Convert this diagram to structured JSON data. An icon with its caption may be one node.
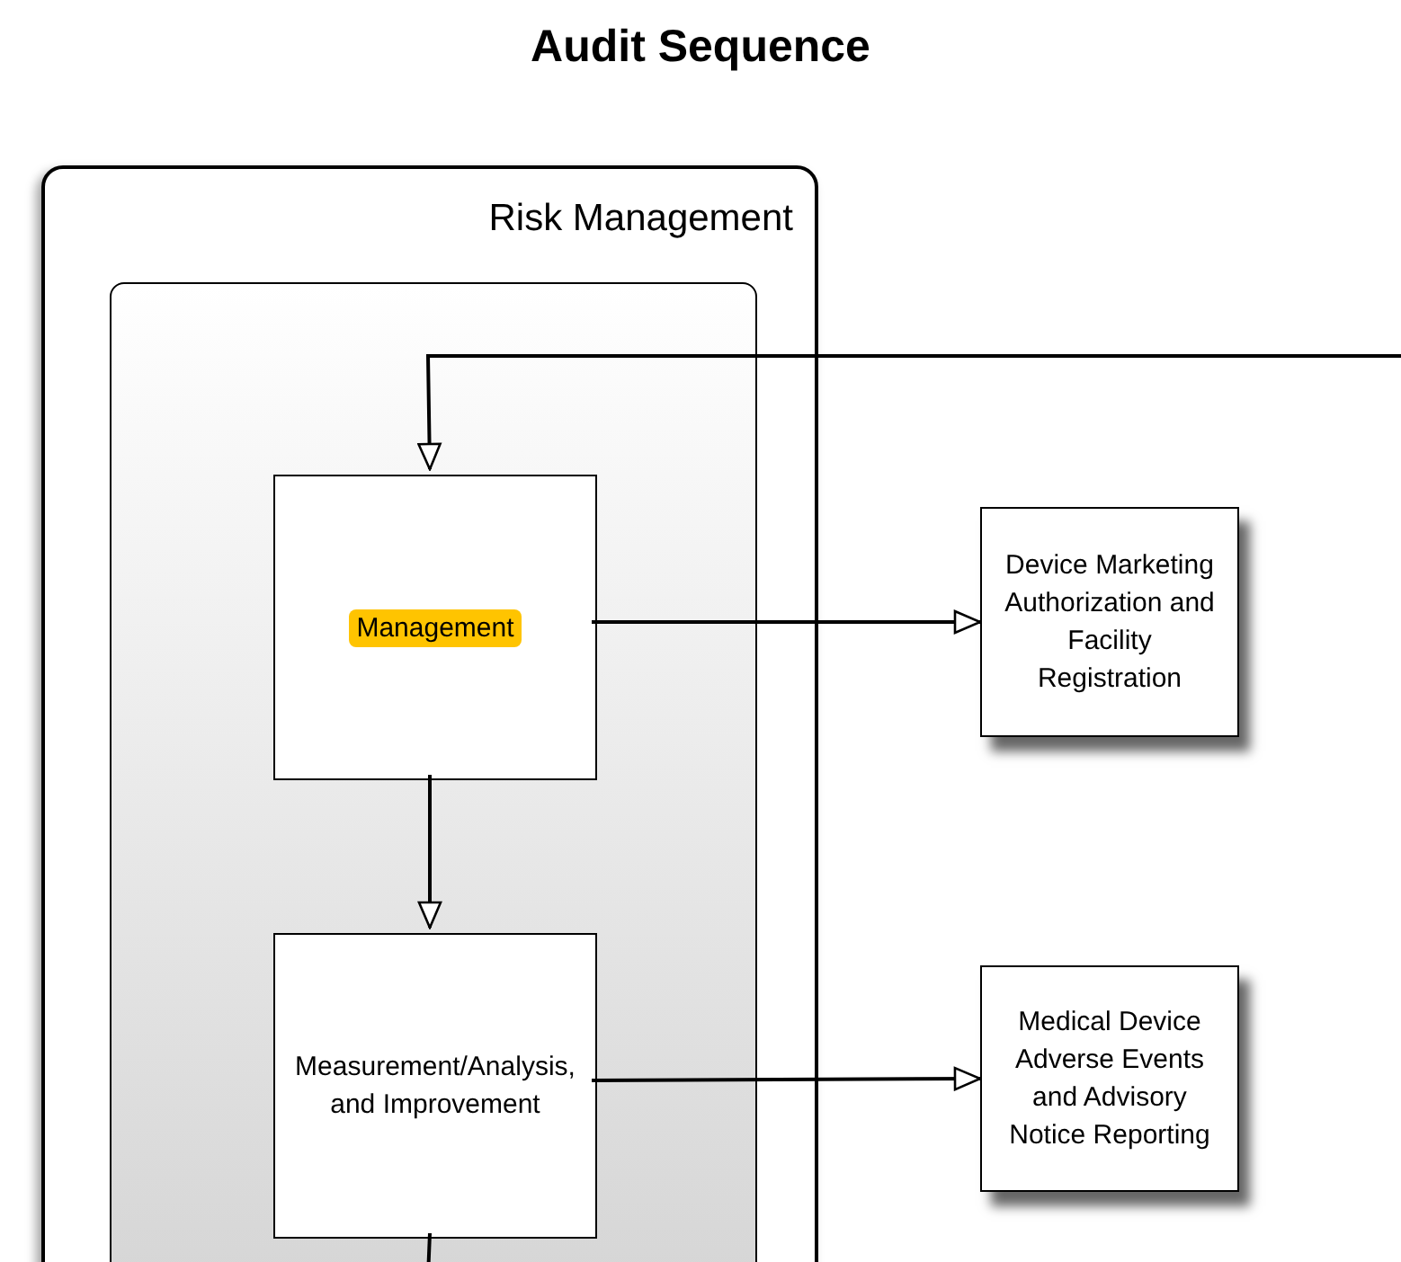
{
  "diagram": {
    "title": "Audit Sequence",
    "nodes": [
      {
        "text": [
          "Risk Management"
        ]
      },
      {
        "text": [],
        "shape": "box",
        "in": 0
      },
      {
        "text": [
          "Management"
        ],
        "in": 1
      },
      {
        "text": [
          "Measurement/Analysis, and Improvement"
        ],
        "in": 1
      },
      {
        "text": [
          "Device Marketing Authorization and Facility Registration"
        ]
      },
      {
        "text": [
          "Medical Device Adverse Events and Advisory Notice Reporting"
        ]
      }
    ],
    "edges": [
      {
        "from": null,
        "to": 2,
        "arrow": "to"
      },
      {
        "from": 2,
        "to": 4,
        "arrow": "to"
      },
      {
        "from": 2,
        "to": 3,
        "arrow": "to"
      },
      {
        "from": 3,
        "to": 5,
        "arrow": "to"
      },
      {
        "from": 3,
        "to": null,
        "arrow": "none"
      }
    ]
  }
}
